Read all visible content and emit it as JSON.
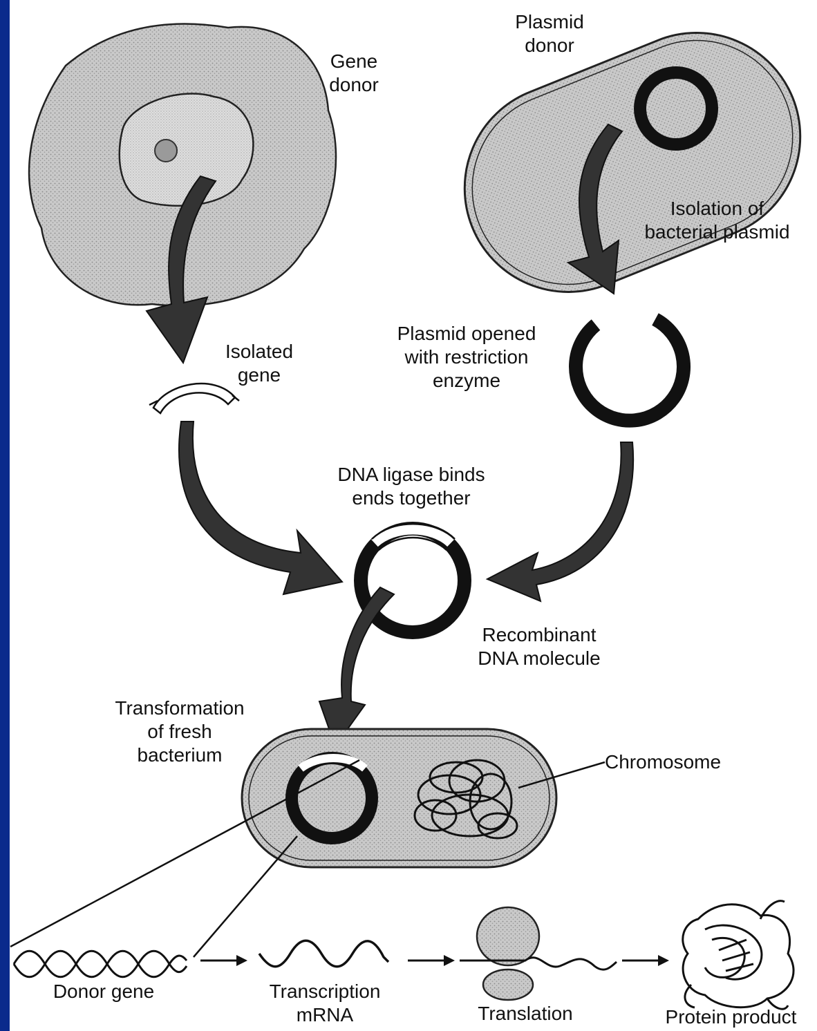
{
  "labels": {
    "gene_donor": "Gene\ndonor",
    "plasmid_donor": "Plasmid\ndonor",
    "isolation_plasmid": "Isolation of\nbacterial plasmid",
    "plasmid_opened": "Plasmid opened\nwith restriction\nenzyme",
    "isolated_gene": "Isolated\ngene",
    "dna_ligase": "DNA ligase binds\nends together",
    "recombinant": "Recombinant\nDNA molecule",
    "transformation": "Transformation\nof fresh\nbacterium",
    "chromosome": "Chromosome",
    "donor_gene": "Donor gene",
    "transcription": "Transcription\nmRNA",
    "translation": "Translation",
    "protein_product": "Protein product"
  },
  "colors": {
    "background": "#0a2a8c",
    "panel": "#ffffff",
    "cell_fill": "#c8c8c8",
    "nucleus_fill": "#dcdcdc",
    "ink": "#111111",
    "arrow": "#333333"
  }
}
